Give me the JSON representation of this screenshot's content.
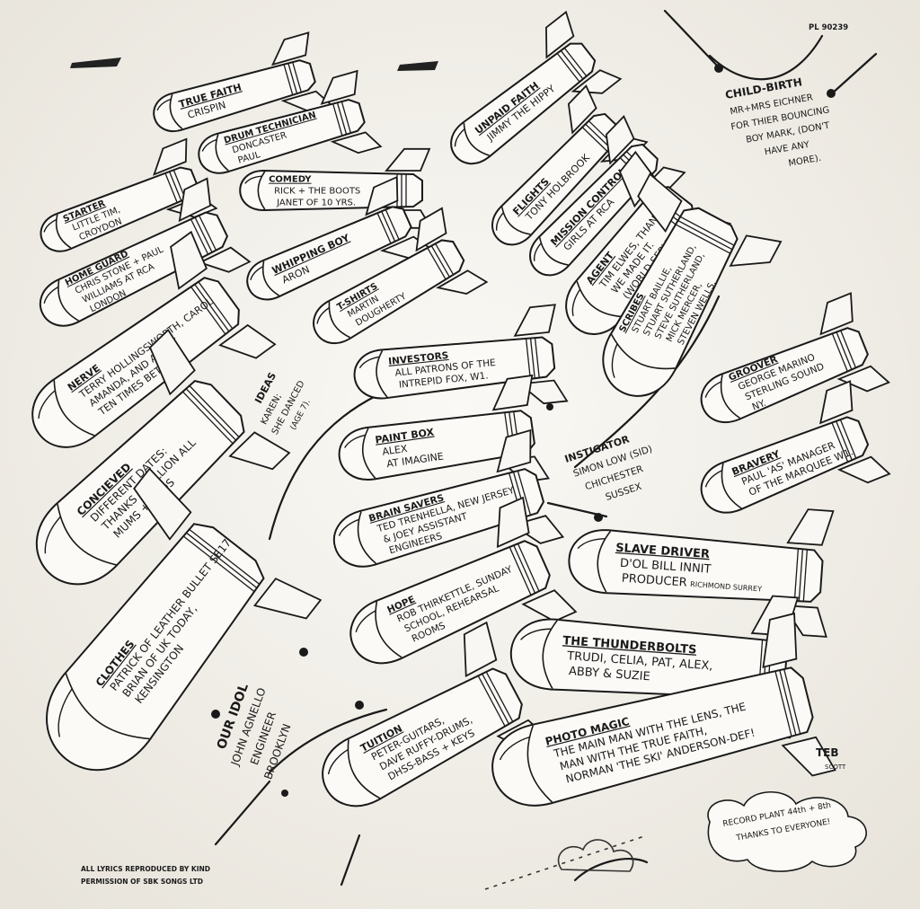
{
  "catalog_number": "PL 90239",
  "footer": {
    "line1": "ALL LYRICS REPRODUCED BY KIND",
    "line2": "PERMISSION OF SBK SONGS LTD"
  },
  "signature": {
    "line1": "TEB",
    "line2": "SCOTT"
  },
  "cloud_note": {
    "line1": "RECORD PLANT 44th + 8th",
    "line2": "THANKS TO EVERYONE!"
  },
  "child_birth": {
    "title": "CHILD-BIRTH",
    "lines": [
      "MR+MRS EICHNER",
      "FOR THIER BOUNCING",
      "BOY MARK, (DON'T",
      "HAVE ANY",
      "MORE)."
    ]
  },
  "ideas": {
    "title": "IDEAS",
    "lines": [
      "KAREN;",
      "SHE DANCED",
      "(AGE 7)."
    ]
  },
  "instigator": {
    "title": "INSTIGATOR",
    "lines": [
      "SIMON LOW (SID)",
      "CHICHESTER",
      "SUSSEX"
    ]
  },
  "our_idol": {
    "title": "OUR IDOL",
    "lines": [
      "JOHN AGNELLO",
      "ENGINEER",
      "BROOKLYN"
    ]
  },
  "bombs": [
    {
      "title": "TRUE FAITH",
      "lines": [
        "CRISPIN"
      ]
    },
    {
      "title": "DRUM TECHNICIAN",
      "lines": [
        "DONCASTER",
        "PAUL"
      ]
    },
    {
      "title": "COMEDY",
      "lines": [
        "RICK + THE BOOTS",
        "JANET OF 10 YRS."
      ]
    },
    {
      "title": "STARTER",
      "lines": [
        "LITTLE TIM,",
        "CROYDON"
      ]
    },
    {
      "title": "HOME GUARD",
      "lines": [
        "CHRIS STONE + PAUL",
        "WILLIAMS AT RCA",
        "LONDON"
      ]
    },
    {
      "title": "WHIPPING BOY",
      "lines": [
        "ARON"
      ]
    },
    {
      "title": "T-SHIRTS",
      "lines": [
        "MARTIN",
        "DOUGHERTY"
      ]
    },
    {
      "title": "NERVE",
      "lines": [
        "TERRY HOLLINGSWORTH, CAROL",
        "AMANDA, AND ALL AT",
        "TEN TIMES BETTER"
      ]
    },
    {
      "title": "UNPAID FAITH",
      "lines": [
        "JIMMY THE HIPPY"
      ]
    },
    {
      "title": "FLIGHTS",
      "lines": [
        "TONY HOLBROOK"
      ]
    },
    {
      "title": "MISSION CONTROL",
      "lines": [
        "GIRLS AT RCA"
      ]
    },
    {
      "title": "AGENT",
      "lines": [
        "TIM ELWES, THANKS",
        "WE MADE IT.",
        "(WORLD SERVICE)."
      ]
    },
    {
      "title": "SCRIBES",
      "lines": [
        "STUART BAILLIE,",
        "STUART SUTHERLAND,",
        "STEVE SUTHERLAND,",
        "MICK MERCER,",
        "STEVEN WELLS."
      ]
    },
    {
      "title": "INVESTORS",
      "lines": [
        "ALL PATRONS OF THE",
        "INTREPID FOX, W1."
      ]
    },
    {
      "title": "GROOVER",
      "lines": [
        "GEORGE MARINO",
        "STERLING SOUND",
        "NY."
      ]
    },
    {
      "title": "CONCIEVED",
      "lines": [
        "DIFFERENT DATES:",
        "THANKS A MILLION ALL",
        "MUMS + DADS"
      ]
    },
    {
      "title": "PAINT BOX",
      "lines": [
        "ALEX",
        "AT IMAGINE"
      ]
    },
    {
      "title": "BRAVERY",
      "lines": [
        "PAUL 'AS' MANAGER",
        "OF THE MARQUEE W1."
      ]
    },
    {
      "title": "BRAIN SAVERS",
      "lines": [
        "TED TRENHELLA, NEW JERSEY",
        "& JOEY ASSISTANT",
        "ENGINEERS"
      ]
    },
    {
      "title": "CLOTHES",
      "lines": [
        "PATRICK OF LEATHER BULLET SE17",
        "BRIAN OF UK TODAY,",
        "KENSINGTON"
      ]
    },
    {
      "title": "SLAVE DRIVER",
      "lines": [
        "D'OL BILL INNIT",
        "PRODUCER"
      ],
      "extra": "RICHMOND SURREY"
    },
    {
      "title": "HOPE",
      "lines": [
        "ROB THIRKETTLE, SUNDAY",
        "SCHOOL, REHEARSAL",
        "ROOMS"
      ]
    },
    {
      "title": "THE THUNDERBOLTS",
      "lines": [
        "TRUDI, CELIA, PAT, ALEX,",
        "ABBY & SUZIE"
      ]
    },
    {
      "title": "TUITION",
      "lines": [
        "PETER-GUITARS,",
        "DAVE RUFFY-DRUMS,",
        "DHSS-BASS + KEYS"
      ]
    },
    {
      "title": "PHOTO MAGIC",
      "lines": [
        "THE MAIN MAN WITH THE LENS, THE",
        "MAN WITH THE TRUE FAITH,",
        "NORMAN 'THE SKI' ANDERSON-DEF!"
      ]
    }
  ]
}
